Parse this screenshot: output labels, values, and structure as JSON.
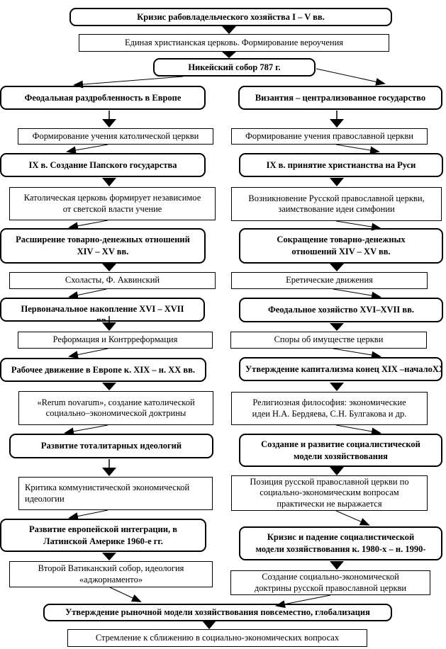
{
  "colors": {
    "border": "#000000",
    "background": "#ffffff",
    "text": "#000000"
  },
  "nodes": {
    "b1": "Кризис рабовладельческого хозяйства I – V вв.",
    "b2": "Единая христианская церковь. Формирование вероучения",
    "b3": "Никейский собор 787 г.",
    "l1": "Феодальная раздробленность в Европе",
    "r1": "Византия – централизованное государство",
    "l2": "Формирование учения католической церкви",
    "r2": "Формирование учения православной церкви",
    "l3": "IX в. Создание Папского государства",
    "r3": "IX в. принятие христианства на Руси",
    "l4": "Католическая церковь формирует независимое\nот светской власти учение",
    "r4": "Возникновение Русской православной церкви,\nзаимствование идеи симфонии",
    "l5": "Расширение товарно-денежных отношений\nXIV – XV вв.",
    "r5": "Сокращение товарно-денежных\nотношений XIV – XV вв.",
    "l6": "Схоласты, Ф. Аквинский",
    "r6": "Еретические движения",
    "l7": "Первоначальное накопление XVI – XVII\nвв.",
    "r7": "Феодальное хозяйство XVI–XVII вв.",
    "l8": "Реформация и Контрреформация",
    "r8": "Споры об имуществе церкви",
    "l9": "Рабочее движение в Европе к. XIX – н. XX вв.",
    "r9": "Утверждение капитализма конец XIX –началоХХ",
    "l10": "«Rerum novarum», создание католической\nсоциально–экономической доктрины",
    "r10": "Религиозная философия: экономические\nидеи Н.А. Бердяева, С.Н. Булгакова и др.",
    "l11": "Развитие тоталитарных идеологий",
    "r11": "Создание и развитие социалистической\nмодели хозяйствования",
    "l12": "Критика коммунистической экономической\nидеологии",
    "r12": "Позиция русской православной церкви по\nсоциально-экономическим вопросам\nпрактически не выражается",
    "l13": "Развитие европейской интеграции, в\nЛатинской Америке 1960-е гг.",
    "r13": "Кризис и падение социалистической\nмодели хозяйствования к. 1980-х – н. 1990-",
    "l14": "Второй Ватиканский собор, идеология\n«аджорнаменто»",
    "r14": "Создание социально-экономической\nдоктрины русской православной церкви",
    "bm1": "Утверждение рыночной модели хозяйствования повсеместно, глобализация",
    "bm2": "Стремление к сближению в социально-экономических вопросах"
  }
}
